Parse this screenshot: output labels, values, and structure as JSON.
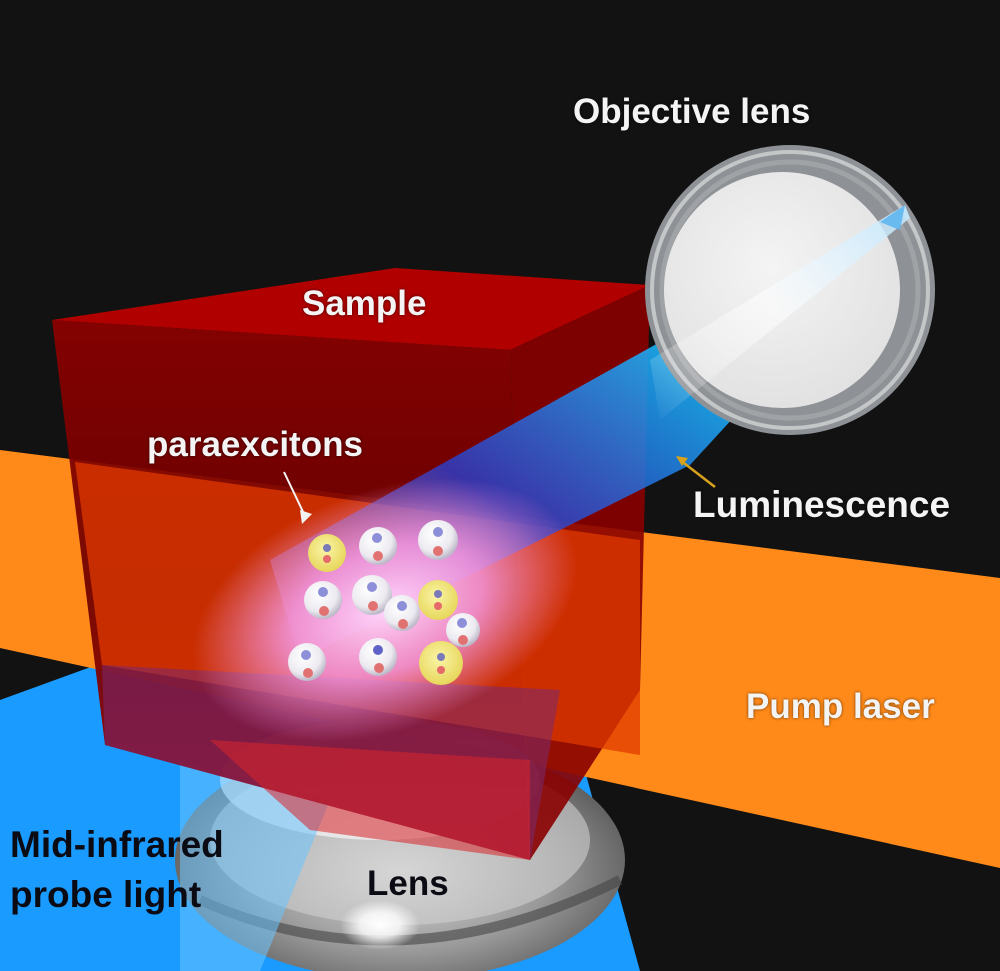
{
  "diagram": {
    "labels": {
      "objective_lens": "Objective lens",
      "sample": "Sample",
      "paraexcitons": "paraexcitons",
      "luminescence": "Luminescence",
      "pump_laser": "Pump laser",
      "probe_light_line1": "Mid-infrared",
      "probe_light_line2": "probe light",
      "lens": "Lens"
    },
    "colors": {
      "background": "#121212",
      "sample": "#a80000",
      "pump_laser": "#ff8a1a",
      "probe_light": "#1a9bff",
      "luminescence": "#22c8ff",
      "exciton_glow": "#f7a0ea",
      "ortho_exciton": "#f2e680"
    },
    "particles": {
      "count": 12,
      "yellow_count": 3
    }
  }
}
